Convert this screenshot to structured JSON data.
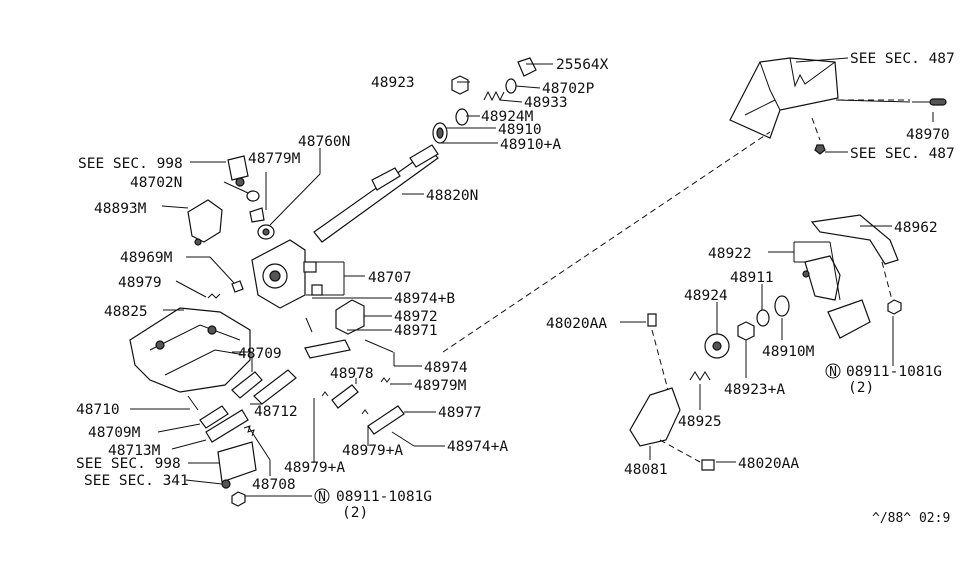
{
  "labels": {
    "p25564x": "25564X",
    "p48923": "48923",
    "p48702p": "48702P",
    "p48933": "48933",
    "p48924m": "48924M",
    "p48910": "48910",
    "p48910a": "48910+A",
    "p48760n": "48760N",
    "seesec998_top": "SEE SEC. 998",
    "p48779m": "48779M",
    "p48702n": "48702N",
    "p48820n": "48820N",
    "p48893m": "48893M",
    "p48707": "48707",
    "p48969m": "48969M",
    "p48979": "48979",
    "p48974b": "48974+B",
    "p48825": "48825",
    "p48972": "48972",
    "p48971": "48971",
    "p48709": "48709",
    "p48974": "48974",
    "p48978": "48978",
    "p48979m": "48979M",
    "p48710": "48710",
    "p48712": "48712",
    "p48977": "48977",
    "p48709m": "48709M",
    "p48713m": "48713M",
    "p48979a_1": "48979+A",
    "p48974a": "48974+A",
    "seesec998_bot": "SEE SEC. 998",
    "p48979a_2": "48979+A",
    "seesec341": "SEE SEC. 341",
    "p48708": "48708",
    "nut_left": "08911-1081G",
    "nut_left_qty": "(2)",
    "seesec487_top": "SEE SEC. 487",
    "p48970": "48970",
    "seesec487_bot": "SEE SEC. 487",
    "p48962": "48962",
    "p48922": "48922",
    "p48911": "48911",
    "p48924": "48924",
    "p48020aa_top": "48020AA",
    "p48910m": "48910M",
    "p48923a": "48923+A",
    "nut_right": "08911-1081G",
    "nut_right_qty": "(2)",
    "p48925": "48925",
    "p48081": "48081",
    "p48020aa_bot": "48020AA",
    "n_marker": "N",
    "footer_code": "^/88^ 02:9"
  }
}
